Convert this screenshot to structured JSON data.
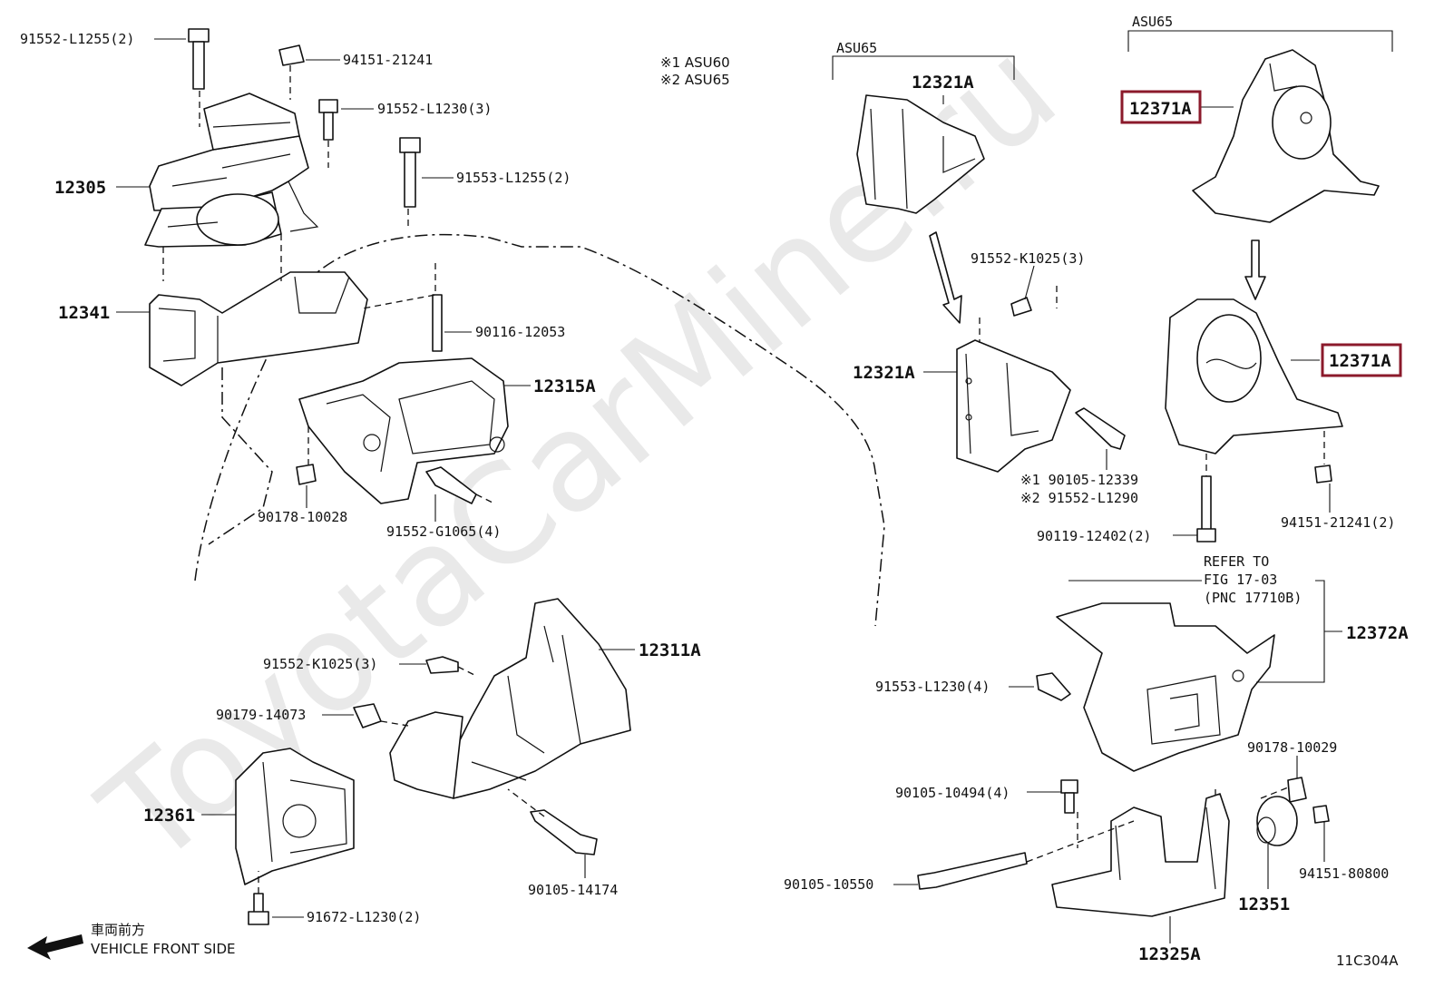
{
  "watermark": "ToyotaCarMine.ru",
  "highlight_color": "#8b1a2b",
  "notes": {
    "asu60": "※1  ASU60",
    "asu65": "※2  ASU65"
  },
  "brackets": {
    "left": "ASU65",
    "right": "ASU65"
  },
  "direction": {
    "jp": "車両前方",
    "en": "VEHICLE FRONT SIDE"
  },
  "figure_code": "11C304A",
  "refer": {
    "line1": "REFER TO",
    "line2": "FIG 17-03",
    "line3": "(PNC 17710B)"
  },
  "labels": {
    "p91552_L1255": "91552-L1255(2)",
    "p94151_21241_top": "94151-21241",
    "p91552_L1230": "91552-L1230(3)",
    "p91553_L1255": "91553-L1255(2)",
    "p12305": "12305",
    "p12341": "12341",
    "p90116_12053": "90116-12053",
    "p12315A": "12315A",
    "p90178_10028": "90178-10028",
    "p91552_G1065": "91552-G1065(4)",
    "p12321A_top": "12321A",
    "p12321A_mid": "12321A",
    "p91552_K1025_r": "91552-K1025(3)",
    "p90105_12339": "※1 90105-12339",
    "p91552_L1290": "※2 91552-L1290",
    "p12371A_top": "12371A",
    "p12371A_mid": "12371A",
    "p94151_21241_r": "94151-21241(2)",
    "p90119_12402": "90119-12402(2)",
    "p12372A": "12372A",
    "p91553_L1230": "91553-L1230(4)",
    "p90178_10029": "90178-10029",
    "p90105_10494": "90105-10494(4)",
    "p94151_80800": "94151-80800",
    "p90105_10550": "90105-10550",
    "p12351": "12351",
    "p12325A": "12325A",
    "p12311A": "12311A",
    "p91552_K1025_l": "91552-K1025(3)",
    "p90179_14073": "90179-14073",
    "p12361": "12361",
    "p90105_14174": "90105-14174",
    "p91672_L1230": "91672-L1230(2)"
  },
  "icons": [
    "arrow-front-icon",
    "bolt-icon",
    "nut-icon",
    "engine-mount-icon",
    "bracket-icon"
  ]
}
